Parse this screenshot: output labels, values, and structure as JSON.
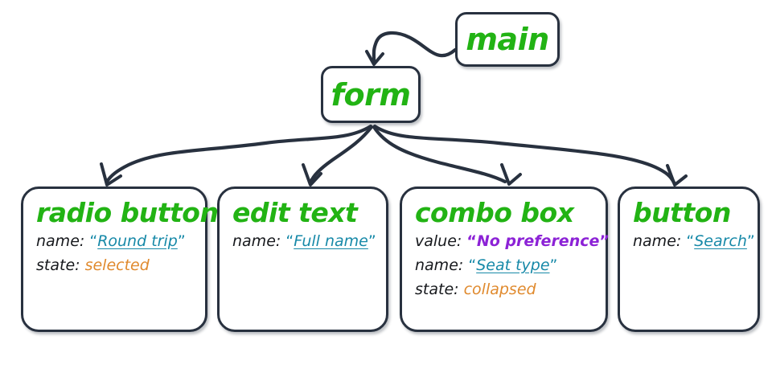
{
  "diagram": {
    "type": "accessibility-tree",
    "root": {
      "id": "main",
      "label": "main"
    },
    "container": {
      "id": "form",
      "label": "form"
    },
    "nodes": [
      {
        "id": "radio-button",
        "title": "radio button",
        "props": [
          {
            "key": "name:",
            "value": "Round trip",
            "style": "link",
            "quoted": true
          },
          {
            "key": "state:",
            "value": "selected",
            "style": "orange",
            "quoted": false
          }
        ]
      },
      {
        "id": "edit-text",
        "title": "edit text",
        "props": [
          {
            "key": "name:",
            "value": "Full name",
            "style": "link",
            "quoted": true
          }
        ]
      },
      {
        "id": "combo-box",
        "title": "combo box",
        "props": [
          {
            "key": "value:",
            "value": "No preference",
            "style": "purple",
            "quoted": true
          },
          {
            "key": "name:",
            "value": "Seat type",
            "style": "link",
            "quoted": true
          },
          {
            "key": "state:",
            "value": "collapsed",
            "style": "orange",
            "quoted": false
          }
        ]
      },
      {
        "id": "button",
        "title": "button",
        "props": [
          {
            "key": "name:",
            "value": "Search",
            "style": "link",
            "quoted": true
          }
        ]
      }
    ],
    "edges": [
      {
        "from": "main",
        "to": "form"
      },
      {
        "from": "form",
        "to": "radio-button"
      },
      {
        "from": "form",
        "to": "edit-text"
      },
      {
        "from": "form",
        "to": "combo-box"
      },
      {
        "from": "form",
        "to": "button"
      }
    ],
    "colors": {
      "node_title": "#22b314",
      "stroke": "#28313f",
      "link_value": "#1789a8",
      "purple_value": "#8c22d6",
      "orange_value": "#e08a2e",
      "key_text": "#16181c",
      "background": "#ffffff"
    },
    "quote_open": "“",
    "quote_close": "”"
  }
}
